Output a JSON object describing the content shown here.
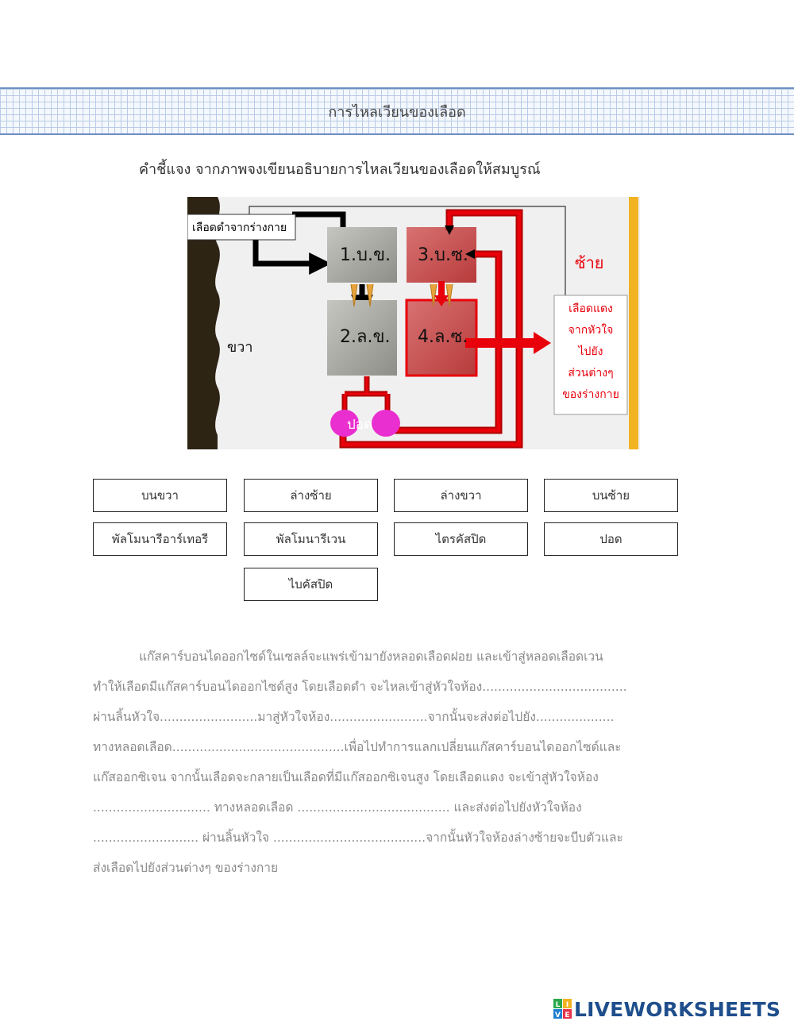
{
  "header": {
    "title": "การไหลเวียนของเลือด"
  },
  "instruction": "คำชี้แจง  จากภาพจงเขียนอธิบายการไหลเวียนของเลือดให้สมบูรณ์",
  "diagram": {
    "label_deoxy": "เลือดดำจากร่างกาย",
    "label_right": "ขวา",
    "label_left": "ซ้าย",
    "chamber1": "1.บ.ข.",
    "chamber2": "2.ล.ข.",
    "chamber3": "3.บ.ซ.",
    "chamber4": "4.ล.ซ.",
    "lung": "ปอด",
    "oxy_label_lines": [
      "เลือดแดง",
      "จากหัวใจ",
      "ไปยัง",
      "ส่วนต่างๆ",
      "ของร่างกาย"
    ]
  },
  "answer_boxes": [
    "บนขวา",
    "ล่างซ้าย",
    "ล่างขวา",
    "บนซ้าย",
    "พัลโมนารีอาร์เทอรี",
    "พัลโมนารีเวน",
    "ไตรคัสปิด",
    "ปอด",
    "ไบคัสปิด"
  ],
  "paragraph": [
    "แก๊สคาร์บอนไดออกไซด์ในเซลล์จะแพร่เข้ามายังหลอดเลือดฝอย  และเข้าสู่หลอดเลือดเวน",
    "ทำให้เลือดมีแก๊สคาร์บอนไดออกไซด์สูง  โดยเลือดดำ  จะไหลเข้าสู่หัวใจห้อง.....................................",
    "ผ่านลิ้นหัวใจ.........................มาสู่หัวใจห้อง.........................จากนั้นจะส่งต่อไปยัง....................",
    "ทางหลอดเลือด............................................เพื่อไปทำการแลกเปลี่ยนแก๊สคาร์บอนไดออกไซด์และ",
    "แก๊สออกซิเจน  จากนั้นเลือดจะกลายเป็นเลือดที่มีแก๊สออกซิเจนสูง  โดยเลือดแดง  จะเข้าสู่หัวใจห้อง",
    "..............................  ทางหลอดเลือด  .......................................  และส่งต่อไปยังหัวใจห้อง",
    "...........................  ผ่านลิ้นหัวใจ  .......................................จากนั้นหัวใจห้องล่างซ้ายจะบีบตัวและ",
    "ส่งเลือดไปยังส่วนต่างๆ  ของร่างกาย"
  ],
  "logo": {
    "text": "LIVEWORKSHEETS",
    "icon_letters": [
      "L",
      "I",
      "V",
      "E"
    ]
  },
  "colors": {
    "deoxy": "#000000",
    "oxy": "#e8000b",
    "chamber_gray": "#a9a9a4",
    "chamber_red": "#c94a4a",
    "lung": "#ea2fd0",
    "wall": "#2e2414",
    "accent_yellow": "#f2b323"
  }
}
